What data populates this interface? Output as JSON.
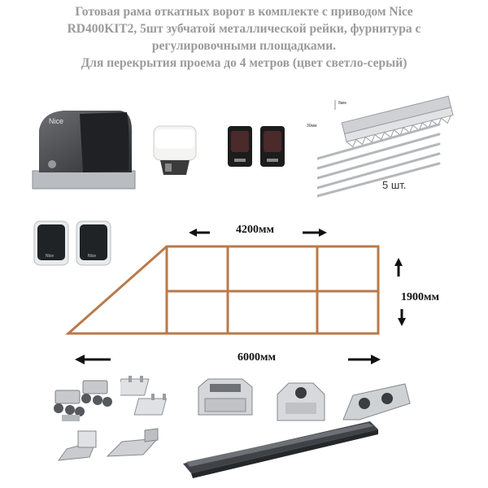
{
  "title": {
    "line1": "Готовая рама откатных ворот в комплекте с приводом Nice",
    "line2": "RD400KIT2, 5шт зубчатой металлической рейки, фурнитура с",
    "line3": "регулировочными площадками.",
    "line4": "Для перекрытия проема до 4 метров (цвет светло-серый)"
  },
  "products": {
    "motor_brand": "Nice",
    "remote_brand": "Nice",
    "rack_height_label": "30мм",
    "rack_thickness_label": "8мм",
    "rack_count": "5 шт."
  },
  "dimensions": {
    "top_width": "4200мм",
    "height": "1900мм",
    "total_length": "6000мм"
  },
  "colors": {
    "frame": "#b97a4a",
    "arrow": "#111111",
    "title": "#9a9a9a"
  }
}
